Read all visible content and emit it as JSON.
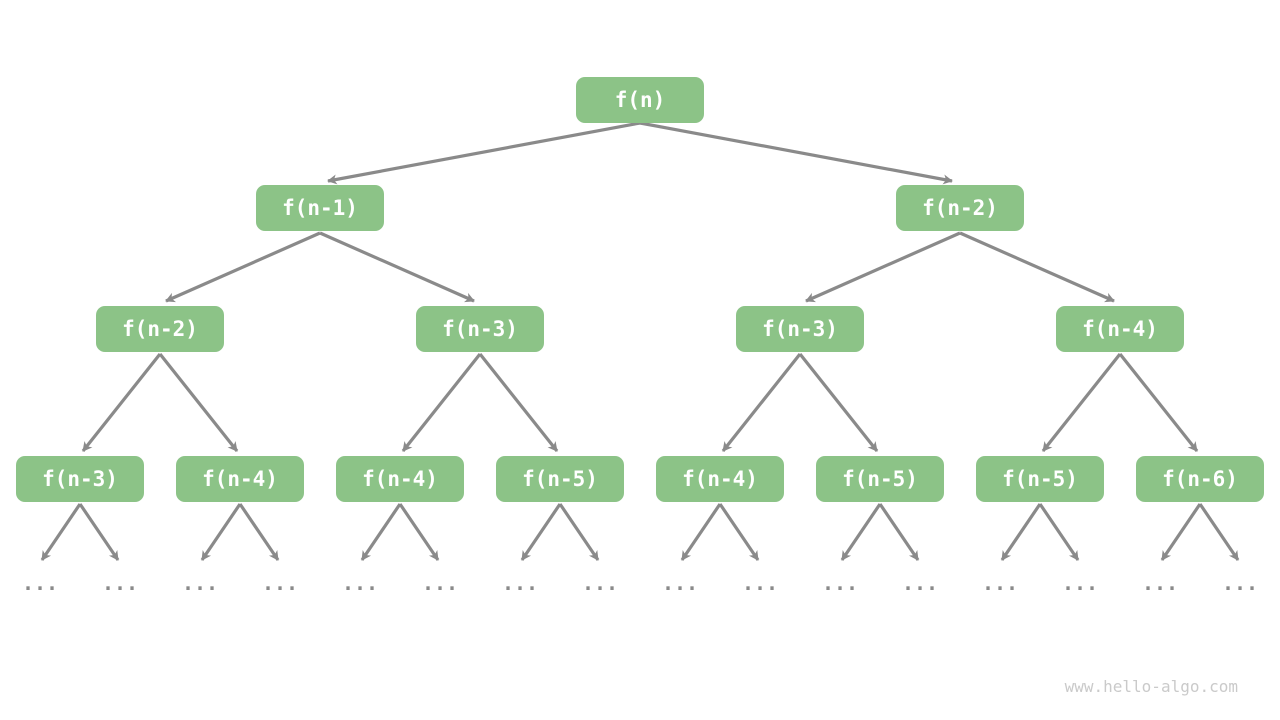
{
  "diagram": {
    "levels": [
      [
        "f(n)"
      ],
      [
        "f(n-1)",
        "f(n-2)"
      ],
      [
        "f(n-2)",
        "f(n-3)",
        "f(n-3)",
        "f(n-4)"
      ],
      [
        "f(n-3)",
        "f(n-4)",
        "f(n-4)",
        "f(n-5)",
        "f(n-4)",
        "f(n-5)",
        "f(n-5)",
        "f(n-6)"
      ]
    ],
    "leaf_ellipsis": "..."
  },
  "watermark": {
    "text": "www.hello-algo.com"
  },
  "colors": {
    "background": "#ffffff",
    "node_fill": "#8cc387",
    "node_text": "#ffffff",
    "edge": "#8a8a8a",
    "ellipsis": "#8a8a8a",
    "watermark": "#cacaca"
  }
}
